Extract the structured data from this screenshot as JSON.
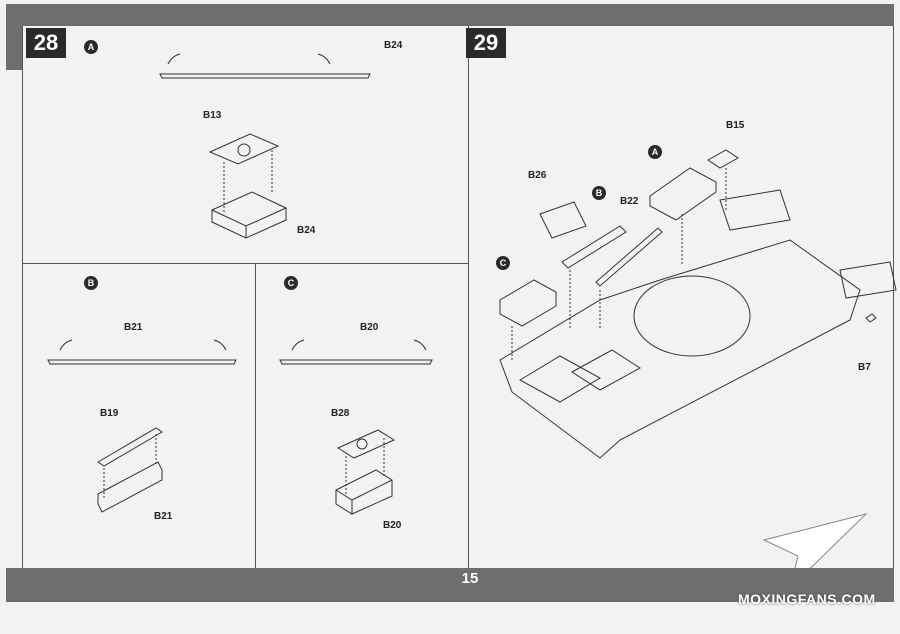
{
  "page": {
    "number": "15"
  },
  "steps": {
    "s28": {
      "number": "28"
    },
    "s29": {
      "number": "29"
    }
  },
  "sub_steps": {
    "a": "A",
    "b": "B",
    "c": "C"
  },
  "parts": {
    "p28a_top": "B24",
    "p28a_lid": "B13",
    "p28a_box": "B24",
    "p28b_top": "B21",
    "p28b_lid": "B19",
    "p28b_box": "B21",
    "p28c_top": "B20",
    "p28c_lid": "B28",
    "p28c_box": "B20",
    "p29_b15": "B15",
    "p29_b26": "B26",
    "p29_b22": "B22",
    "p29_b7": "B7"
  },
  "watermark": {
    "text": "MOXINGFANS.COM"
  }
}
